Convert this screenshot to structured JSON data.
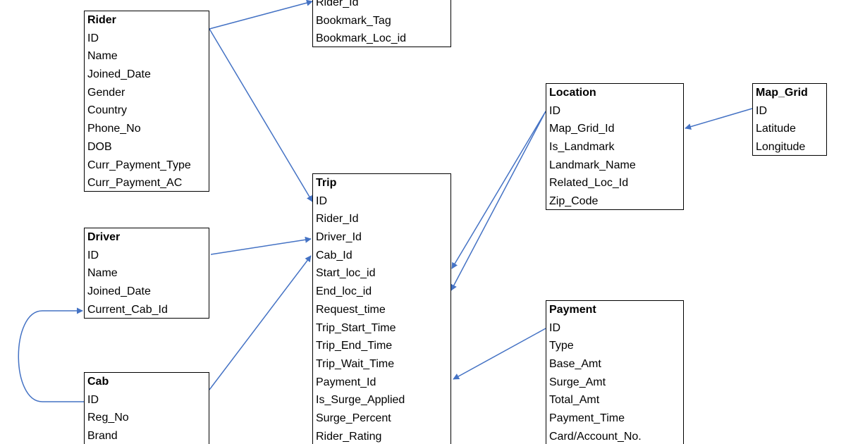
{
  "entities": {
    "bookmark": {
      "fields": [
        "Rider_Id",
        "Bookmark_Tag",
        "Bookmark_Loc_id"
      ]
    },
    "rider": {
      "title": "Rider",
      "fields": [
        "ID",
        "Name",
        "Joined_Date",
        "Gender",
        "Country",
        "Phone_No",
        "DOB",
        "Curr_Payment_Type",
        "Curr_Payment_AC"
      ]
    },
    "driver": {
      "title": "Driver",
      "fields": [
        "ID",
        "Name",
        "Joined_Date",
        "Current_Cab_Id"
      ]
    },
    "cab": {
      "title": "Cab",
      "fields": [
        "ID",
        "Reg_No",
        "Brand"
      ]
    },
    "trip": {
      "title": "Trip",
      "fields": [
        "ID",
        "Rider_Id",
        "Driver_Id",
        "Cab_Id",
        "Start_loc_id",
        "End_loc_id",
        "Request_time",
        "Trip_Start_Time",
        "Trip_End_Time",
        "Trip_Wait_Time",
        "Payment_Id",
        "Is_Surge_Applied",
        "Surge_Percent",
        "Rider_Rating"
      ]
    },
    "location": {
      "title": "Location",
      "fields": [
        "ID",
        "Map_Grid_Id",
        "Is_Landmark",
        "Landmark_Name",
        "Related_Loc_Id",
        "Zip_Code"
      ]
    },
    "map_grid": {
      "title": "Map_Grid",
      "fields": [
        "ID",
        "Latitude",
        "Longitude"
      ]
    },
    "payment": {
      "title": "Payment",
      "fields": [
        "ID",
        "Type",
        "Base_Amt",
        "Surge_Amt",
        "Total_Amt",
        "Payment_Time",
        "Card/Account_No."
      ]
    }
  },
  "relationships": [
    {
      "from": "rider.ID",
      "to": "bookmark.Rider_Id"
    },
    {
      "from": "rider.ID",
      "to": "trip.Rider_Id"
    },
    {
      "from": "driver.ID",
      "to": "trip.Driver_Id"
    },
    {
      "from": "cab.ID",
      "to": "trip.Cab_Id"
    },
    {
      "from": "cab.ID",
      "to": "driver.Current_Cab_Id"
    },
    {
      "from": "location.ID",
      "to": "trip.Start_loc_id"
    },
    {
      "from": "location.ID",
      "to": "trip.End_loc_id"
    },
    {
      "from": "map_grid.ID",
      "to": "location.Map_Grid_Id"
    },
    {
      "from": "payment.ID",
      "to": "trip.Payment_Id"
    }
  ],
  "colors": {
    "connector": "#4472C4",
    "border": "#000000",
    "text": "#000000"
  }
}
